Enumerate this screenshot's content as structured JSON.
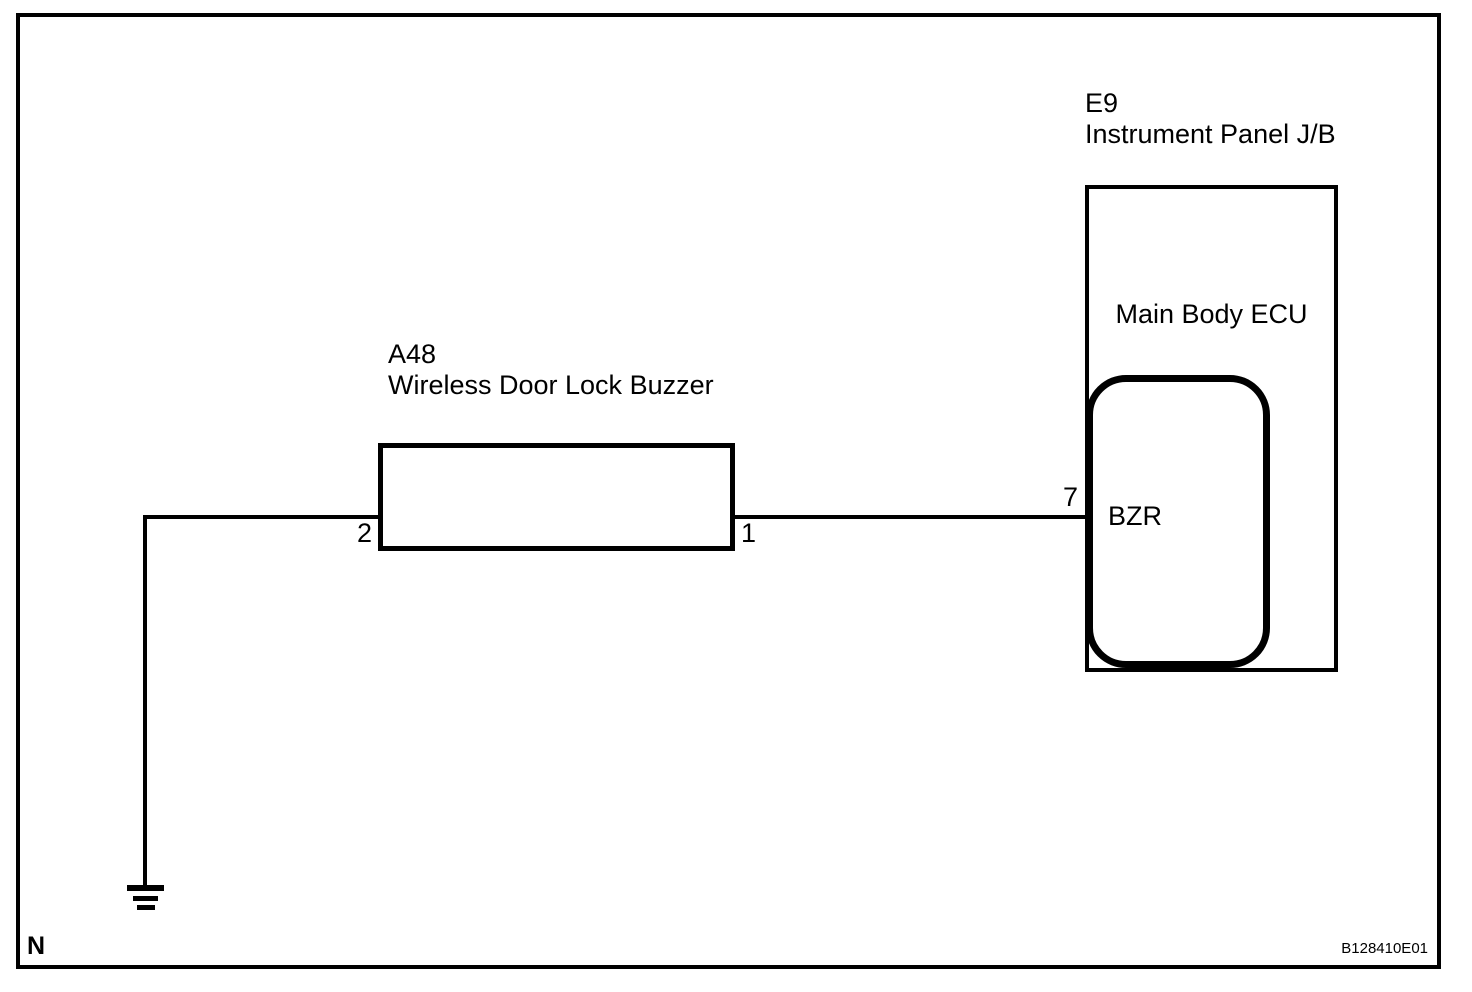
{
  "diagram": {
    "buzzer": {
      "code": "A48",
      "name": "Wireless Door Lock Buzzer",
      "terminal_2": "2",
      "terminal_1": "1"
    },
    "junction_block": {
      "code": "E9",
      "name": "Instrument Panel J/B",
      "ecu_label": "Main Body ECU",
      "terminal_7": "7",
      "pin_label": "BZR"
    },
    "footer": {
      "page_marker": "N",
      "figure_code": "B128410E01"
    },
    "colors": {
      "line": "#000000",
      "background": "#ffffff"
    }
  }
}
